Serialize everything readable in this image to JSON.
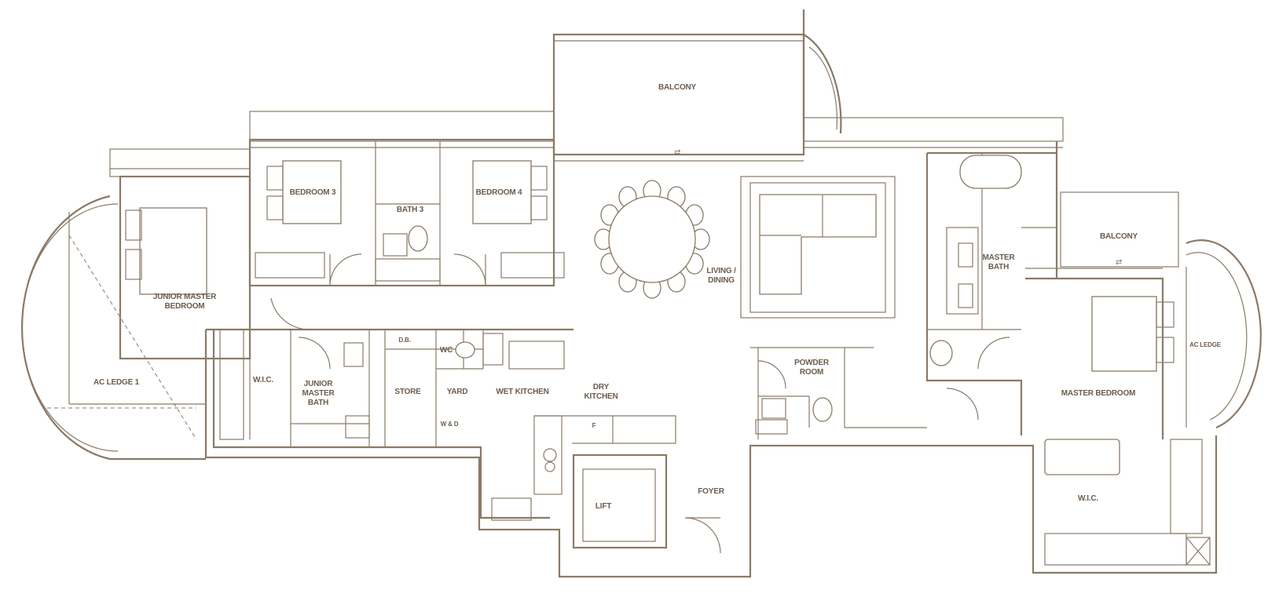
{
  "colors": {
    "line": "#8a7a66",
    "text": "#6b5d4d",
    "background": "#ffffff"
  },
  "rooms": {
    "balcony_top": "BALCONY",
    "bedroom3": "BEDROOM 3",
    "bath3": "BATH 3",
    "bedroom4": "BEDROOM 4",
    "living_dining": "LIVING /\nDINING",
    "junior_master_bedroom": "JUNIOR MASTER\nBEDROOM",
    "ac_ledge_1": "AC LEDGE 1",
    "wic_left": "W.I.C.",
    "junior_master_bath": "JUNIOR\nMASTER\nBATH",
    "db": "D.B.",
    "wc": "WC",
    "store": "STORE",
    "yard": "YARD",
    "wd": "W & D",
    "wet_kitchen": "WET KITCHEN",
    "dry_kitchen": "DRY\nKITCHEN",
    "fridge": "F",
    "lift": "LIFT",
    "foyer": "FOYER",
    "powder_room": "POWDER\nROOM",
    "master_bath": "MASTER\nBATH",
    "balcony_right": "BALCONY",
    "ac_ledge": "AC LEDGE",
    "master_bedroom": "MASTER BEDROOM",
    "wic_right": "W.I.C."
  }
}
